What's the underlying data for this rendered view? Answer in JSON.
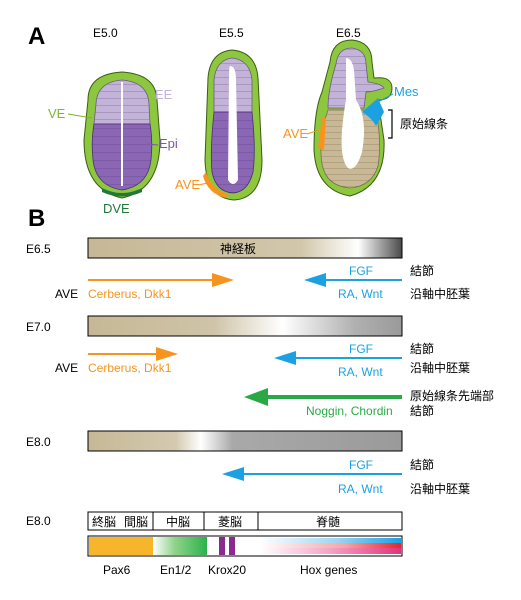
{
  "colors": {
    "ve_green": "#8dc63f",
    "ee_lilac": "#c3b3d8",
    "epi_purple": "#8a66b4",
    "dve_green": "#1f7a3a",
    "ave_orange": "#f7941d",
    "mes_blue": "#1ba1e2",
    "neural_plate_tan": "#c6b896",
    "arrow_orange": "#f7941d",
    "arrow_blue": "#1ba1e2",
    "arrow_green": "#2aa845",
    "brain_orange": "#f7b52c",
    "hindbrain_purple": "#8b2a8e",
    "hox_pink": "#e5317d"
  },
  "panel_a": {
    "label": "A",
    "stages": [
      "E5.0",
      "E5.5",
      "E6.5"
    ],
    "labels": {
      "ve": "VE",
      "ee": "EE",
      "epi": "Epi",
      "dve": "DVE",
      "ave_e55": "AVE",
      "ave_e65": "AVE",
      "mes": "Mes",
      "primitive_streak": "原始線条"
    }
  },
  "panel_b": {
    "label": "B",
    "rows": [
      {
        "stage": "E6.5",
        "bar_label": "神経板",
        "left_tag": "AVE",
        "orange_top": "",
        "orange_bottom": "Cerberus, Dkk1",
        "blue_top": "FGF",
        "blue_bottom": "RA, Wnt",
        "right_top": "結節",
        "right_bottom": "沿軸中胚葉"
      },
      {
        "stage": "E7.0",
        "left_tag": "AVE",
        "orange_bottom": "Cerberus, Dkk1",
        "blue_top": "FGF",
        "blue_bottom": "RA, Wnt",
        "right_top": "結節",
        "right_bottom": "沿軸中胚葉",
        "green_label": "Noggin, Chordin",
        "green_right_top": "原始線条先端部",
        "green_right_bottom": "結節"
      },
      {
        "stage": "E8.0",
        "blue_top": "FGF",
        "blue_bottom": "RA, Wnt",
        "right_top": "結節",
        "right_bottom": "沿軸中胚葉"
      }
    ],
    "regions": {
      "stage": "E8.0",
      "forebrain_tel": "終脳",
      "forebrain_di": "間脳",
      "midbrain": "中脳",
      "hindbrain": "菱脳",
      "spinal_cord": "脊髄"
    },
    "genes": [
      "Pax6",
      "En1/2",
      "Krox20",
      "Hox genes"
    ]
  }
}
